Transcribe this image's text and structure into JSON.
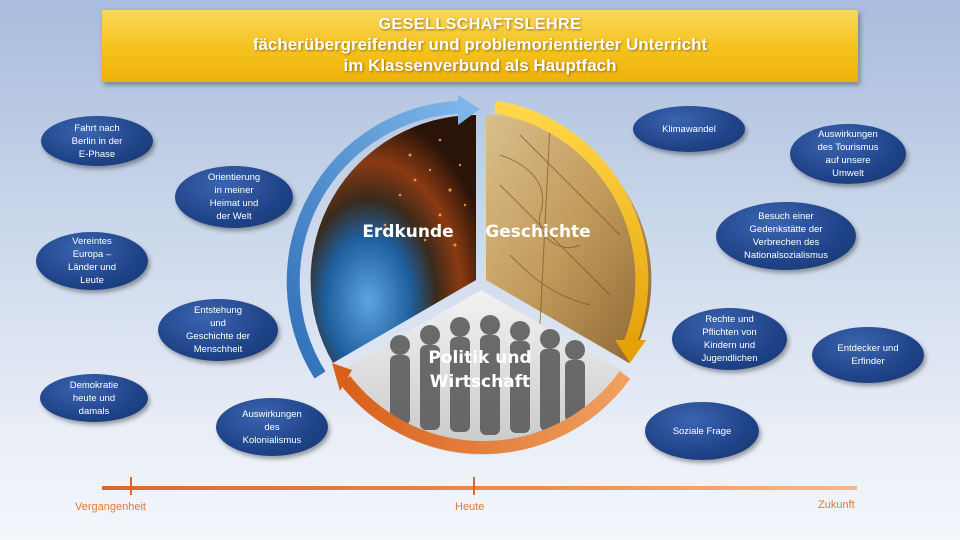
{
  "banner": {
    "line1": "GESELLSCHAFTSLEHRE",
    "line2": "fächerübergreifender und problemorientierter Unterricht",
    "line3": "im Klassenverbund als Hauptfach"
  },
  "wheel": {
    "erdkunde": "Erdkunde",
    "geschichte": "Geschichte",
    "politik_line1": "Politik und",
    "politik_line2": "Wirtschaft"
  },
  "bubbles": {
    "fahrt": "Fahrt nach\nBerlin in der\nE-Phase",
    "orientierung": "Orientierung\nin meiner\nHeimat und\nder Welt",
    "europa": "Vereintes\nEuropa –\nLänder und\nLeute",
    "entstehung": "Entstehung\nund\nGeschichte der\nMenschheit",
    "demokratie": "Demokratie\nheute und\ndamals",
    "kolonialismus": "Auswirkungen\ndes\nKolonialismus",
    "klimawandel": "Klimawandel",
    "tourismus": "Auswirkungen\ndes Tourismus\nauf unsere\nUmwelt",
    "gedenkstaette": "Besuch einer\nGedenkstätte der\nVerbrechen des\nNationalsozialismus",
    "rechte": "Rechte und\nPflichten von\nKindern und\nJugendlichen",
    "entdecker": "Entdecker und\nErfinder",
    "soziale_frage": "Soziale Frage"
  },
  "timeline": {
    "past": "Vergangenheit",
    "present": "Heute",
    "future": "Zukunft"
  }
}
